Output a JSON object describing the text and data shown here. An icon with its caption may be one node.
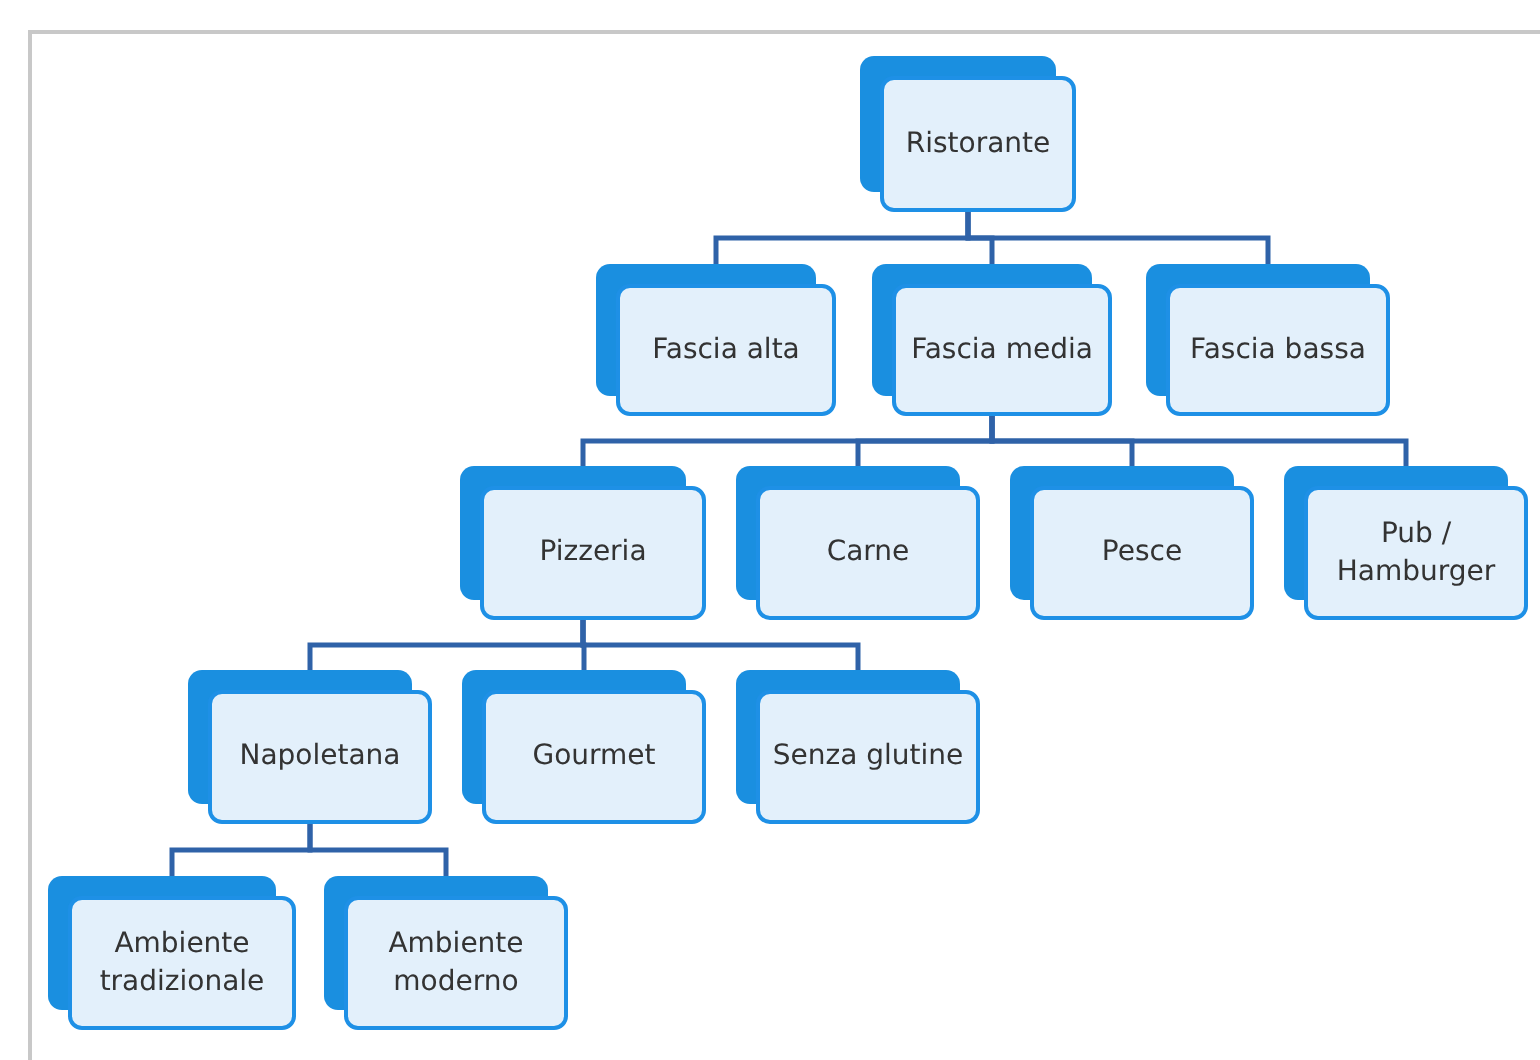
{
  "diagram": {
    "nodes": [
      {
        "text": [
          "Ristorante"
        ]
      },
      {
        "text": [
          "Fascia alta"
        ]
      },
      {
        "text": [
          "Fascia media"
        ]
      },
      {
        "text": [
          "Fascia bassa"
        ]
      },
      {
        "text": [
          "Pizzeria"
        ]
      },
      {
        "text": [
          "Carne"
        ]
      },
      {
        "text": [
          "Pesce"
        ]
      },
      {
        "text": [
          "Pub / Hamburger"
        ]
      },
      {
        "text": [
          "Napoletana"
        ]
      },
      {
        "text": [
          "Gourmet"
        ]
      },
      {
        "text": [
          "Senza glutine"
        ]
      },
      {
        "text": [
          "Ambiente tradizionale"
        ]
      },
      {
        "text": [
          "Ambiente moderno"
        ]
      }
    ],
    "edges": [
      {
        "from": 0,
        "to": 1,
        "arrow": "none"
      },
      {
        "from": 0,
        "to": 2,
        "arrow": "none"
      },
      {
        "from": 0,
        "to": 3,
        "arrow": "none"
      },
      {
        "from": 2,
        "to": 4,
        "arrow": "none"
      },
      {
        "from": 2,
        "to": 5,
        "arrow": "none"
      },
      {
        "from": 2,
        "to": 6,
        "arrow": "none"
      },
      {
        "from": 2,
        "to": 7,
        "arrow": "none"
      },
      {
        "from": 4,
        "to": 8,
        "arrow": "none"
      },
      {
        "from": 4,
        "to": 9,
        "arrow": "none"
      },
      {
        "from": 4,
        "to": 10,
        "arrow": "none"
      },
      {
        "from": 8,
        "to": 11,
        "arrow": "none"
      },
      {
        "from": 8,
        "to": 12,
        "arrow": "none"
      }
    ]
  }
}
